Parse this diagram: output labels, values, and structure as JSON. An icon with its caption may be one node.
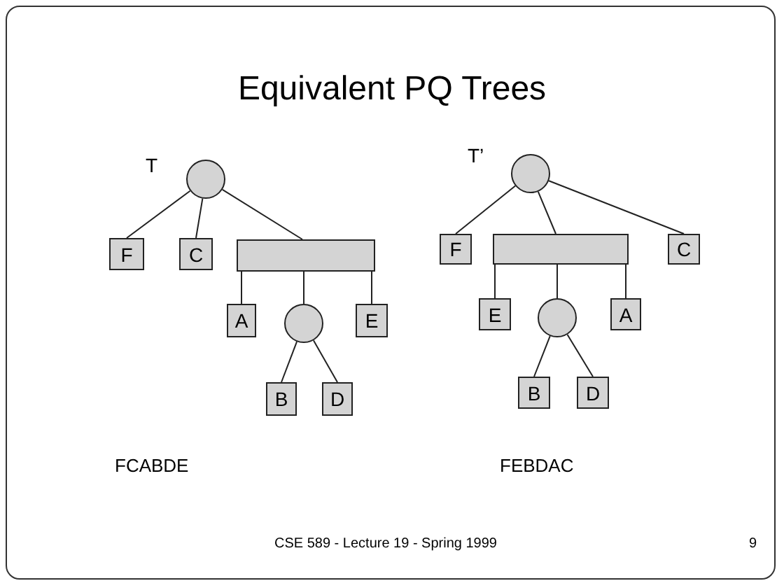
{
  "diagram": {
    "title": "Equivalent PQ Trees",
    "nodes": [
      {
        "text": [],
        "shape": "circle"
      },
      {
        "text": [
          "F"
        ]
      },
      {
        "text": [
          "C"
        ]
      },
      {
        "text": [],
        "shape": "bar"
      },
      {
        "text": [
          "A"
        ]
      },
      {
        "text": [],
        "shape": "circle"
      },
      {
        "text": [
          "E"
        ]
      },
      {
        "text": [
          "B"
        ]
      },
      {
        "text": [
          "D"
        ]
      },
      {
        "text": [],
        "shape": "circle"
      },
      {
        "text": [
          "F"
        ]
      },
      {
        "text": [],
        "shape": "bar"
      },
      {
        "text": [
          "C"
        ]
      },
      {
        "text": [
          "E"
        ]
      },
      {
        "text": [],
        "shape": "circle"
      },
      {
        "text": [
          "A"
        ]
      },
      {
        "text": [
          "B"
        ]
      },
      {
        "text": [
          "D"
        ]
      }
    ],
    "edges": [
      {
        "from": 0,
        "to": 1,
        "arrow": "none"
      },
      {
        "from": 0,
        "to": 2,
        "arrow": "none"
      },
      {
        "from": 0,
        "to": 3,
        "arrow": "none"
      },
      {
        "from": 3,
        "to": 4,
        "arrow": "none"
      },
      {
        "from": 3,
        "to": 5,
        "arrow": "none"
      },
      {
        "from": 3,
        "to": 6,
        "arrow": "none"
      },
      {
        "from": 5,
        "to": 7,
        "arrow": "none"
      },
      {
        "from": 5,
        "to": 8,
        "arrow": "none"
      },
      {
        "from": 9,
        "to": 10,
        "arrow": "none"
      },
      {
        "from": 9,
        "to": 11,
        "arrow": "none"
      },
      {
        "from": 9,
        "to": 12,
        "arrow": "none"
      },
      {
        "from": 11,
        "to": 13,
        "arrow": "none"
      },
      {
        "from": 11,
        "to": 14,
        "arrow": "none"
      },
      {
        "from": 11,
        "to": 15,
        "arrow": "none"
      },
      {
        "from": 14,
        "to": 16,
        "arrow": "none"
      },
      {
        "from": 14,
        "to": 17,
        "arrow": "none"
      }
    ],
    "labels": [
      "T",
      "T’",
      "FCABDE",
      "FEBDAC",
      "CSE 589 - Lecture 19 - Spring 1999",
      "9"
    ]
  }
}
